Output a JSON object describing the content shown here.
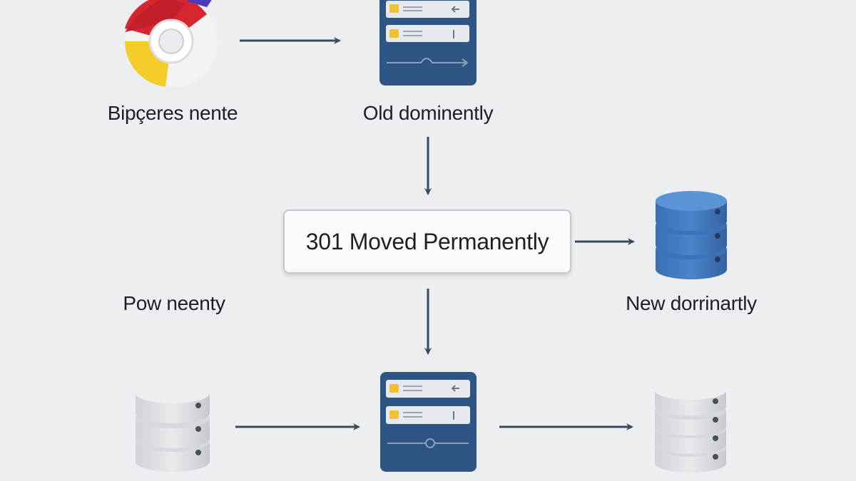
{
  "nodes": {
    "browser": {
      "label": "Bipçeres nente",
      "icon": "browser-icon"
    },
    "old_server": {
      "label": "Old dominently",
      "icon": "server-icon"
    },
    "redirect": {
      "label": "301 Moved Permanently"
    },
    "new_database": {
      "label": "New dorrinartly",
      "icon": "database-icon"
    },
    "pow": {
      "label": "Pow neenty"
    },
    "bottom_left_db": {
      "icon": "database-icon"
    },
    "bottom_server": {
      "icon": "server-icon"
    },
    "bottom_right_db": {
      "icon": "database-icon"
    }
  },
  "colors": {
    "background": "#eceef1",
    "arrow": "#3d4a5c",
    "server": "#2f5585",
    "server_slot": "#e6e9ee",
    "accent_yellow": "#f2c230",
    "database_blue": "#3f77bd",
    "database_gray": "#dcdfe3"
  }
}
